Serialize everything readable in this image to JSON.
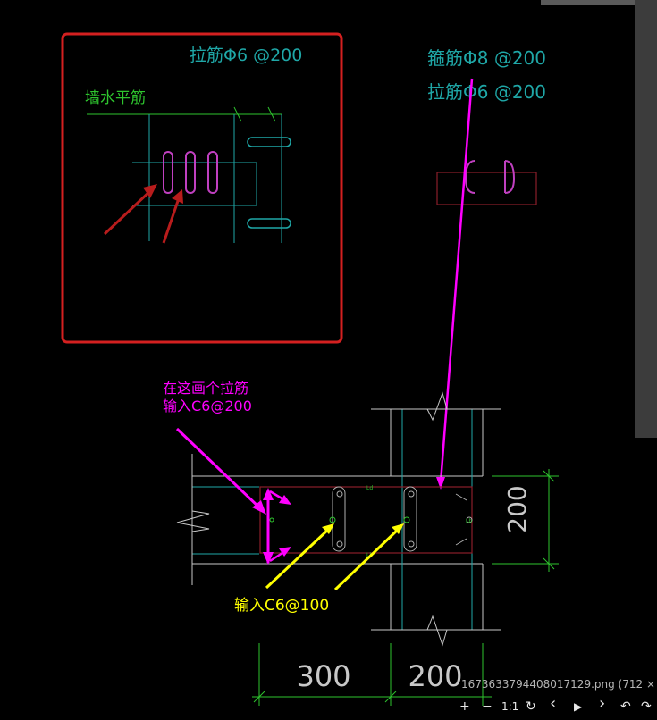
{
  "inset": {
    "wall_horizontal_label": "墙水平筋",
    "tie_label": "拉筋Φ6 @200"
  },
  "notes": {
    "stirrup": "箍筋Φ8 @200",
    "tie": "拉筋Φ6 @200",
    "draw_instruction_line1": "在这画个拉筋",
    "draw_instruction_line2": "输入C6@200",
    "input_c6_100": "输入C6@100"
  },
  "dimensions": {
    "bottom_left": "300",
    "bottom_right": "200",
    "right_height": "200"
  },
  "small_labels": {
    "top_mark": "Ld",
    "mid_mark_1": "Lb",
    "mid_mark_2": "Lb"
  },
  "viewer": {
    "filename": "1673633794408017129.png (712 ×",
    "zoom_in": "+",
    "zoom_out": "−",
    "actual_size": "1:1",
    "rotate": "↻",
    "prev": "‹",
    "play": "▶",
    "next": "›",
    "undo": "↶",
    "redo": "↷"
  },
  "colors": {
    "background": "#000000",
    "inset_frame": "#d42020",
    "rebar_cyan": "#1fa7a7",
    "wall_green": "#2ec42e",
    "stirrup_magenta": "#ff00ff",
    "tie_purple": "#c040c0",
    "annotation_yellow": "#ffff00",
    "dim_white": "#c8c8c8",
    "section_red": "#8a1e2a",
    "arrow_red": "#b81c1c"
  }
}
